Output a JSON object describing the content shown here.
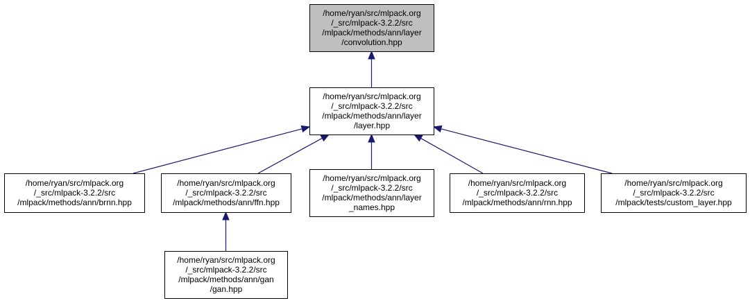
{
  "colors": {
    "edge": "#191970",
    "node_border": "#000000",
    "node_fill": "#ffffff",
    "highlight_fill": "#bfbfbf"
  },
  "nodes": [
    {
      "id": "convolution",
      "name": "node-convolution-hpp",
      "lines": [
        "/home/ryan/src/mlpack.org",
        "/_src/mlpack-3.2.2/src",
        "/mlpack/methods/ann/layer",
        "/convolution.hpp"
      ],
      "highlight": true
    },
    {
      "id": "layer",
      "name": "node-layer-hpp",
      "lines": [
        "/home/ryan/src/mlpack.org",
        "/_src/mlpack-3.2.2/src",
        "/mlpack/methods/ann/layer",
        "/layer.hpp"
      ],
      "highlight": false
    },
    {
      "id": "brnn",
      "name": "node-brnn-hpp",
      "lines": [
        "/home/ryan/src/mlpack.org",
        "/_src/mlpack-3.2.2/src",
        "/mlpack/methods/ann/brnn.hpp"
      ],
      "highlight": false
    },
    {
      "id": "ffn",
      "name": "node-ffn-hpp",
      "lines": [
        "/home/ryan/src/mlpack.org",
        "/_src/mlpack-3.2.2/src",
        "/mlpack/methods/ann/ffn.hpp"
      ],
      "highlight": false
    },
    {
      "id": "layer_names",
      "name": "node-layer-names-hpp",
      "lines": [
        "/home/ryan/src/mlpack.org",
        "/_src/mlpack-3.2.2/src",
        "/mlpack/methods/ann/layer",
        "_names.hpp"
      ],
      "highlight": false
    },
    {
      "id": "rnn",
      "name": "node-rnn-hpp",
      "lines": [
        "/home/ryan/src/mlpack.org",
        "/_src/mlpack-3.2.2/src",
        "/mlpack/methods/ann/rnn.hpp"
      ],
      "highlight": false
    },
    {
      "id": "custom_layer",
      "name": "node-custom-layer-hpp",
      "lines": [
        "/home/ryan/src/mlpack.org",
        "/_src/mlpack-3.2.2/src",
        "/mlpack/tests/custom_layer.hpp"
      ],
      "highlight": false
    },
    {
      "id": "gan",
      "name": "node-gan-hpp",
      "lines": [
        "/home/ryan/src/mlpack.org",
        "/_src/mlpack-3.2.2/src",
        "/mlpack/methods/ann/gan",
        "/gan.hpp"
      ],
      "highlight": false
    }
  ],
  "edges": [
    {
      "from": "layer",
      "to": "convolution"
    },
    {
      "from": "brnn",
      "to": "layer"
    },
    {
      "from": "ffn",
      "to": "layer"
    },
    {
      "from": "layer_names",
      "to": "layer"
    },
    {
      "from": "rnn",
      "to": "layer"
    },
    {
      "from": "custom_layer",
      "to": "layer"
    },
    {
      "from": "gan",
      "to": "ffn"
    }
  ]
}
